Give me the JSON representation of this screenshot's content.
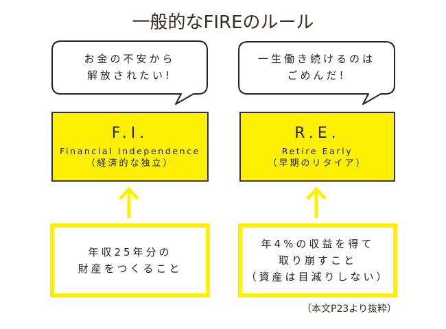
{
  "title": "一般的なFIREのルール",
  "colors": {
    "yellow": "#ffef00",
    "border": "#333333",
    "title_text": "#3a2a22"
  },
  "columns": [
    {
      "bubble": {
        "line1": "お金の不安から",
        "line2": "解放されたい!"
      },
      "concept": {
        "abbr": "F.I.",
        "english": "Financial Independence",
        "japanese": "（経済的な独立）"
      },
      "arrow": "up-arrow",
      "condition": {
        "line1": "年収25年分の",
        "line2": "財産をつくること"
      }
    },
    {
      "bubble": {
        "line1": "一生働き続けるのは",
        "line2": "ごめんだ!"
      },
      "concept": {
        "abbr": "R.E.",
        "english": "Retire Early",
        "japanese": "（早期のリタイア）"
      },
      "arrow": "up-arrow",
      "condition": {
        "line1": "年4%の収益を得て",
        "line2": "取り崩すこと",
        "line3": "（資産は目減りしない）"
      }
    }
  ],
  "source_note": "（本文P23より抜粋）"
}
